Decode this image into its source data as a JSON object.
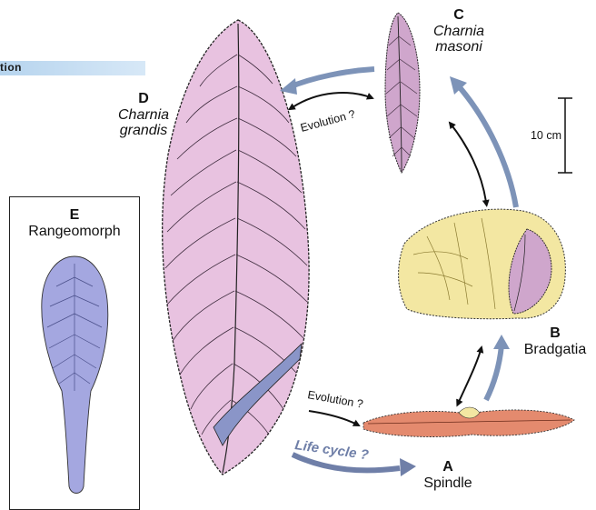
{
  "header_fragment": "tion",
  "organisms": {
    "A": {
      "letter": "A",
      "name": "Spindle"
    },
    "B": {
      "letter": "B",
      "name": "Bradgatia"
    },
    "C": {
      "letter": "C",
      "name_line1": "Charnia",
      "name_line2": "masoni"
    },
    "D": {
      "letter": "D",
      "name_line1": "Charnia",
      "name_line2": "grandis"
    },
    "E": {
      "letter": "E",
      "name": "Rangeomorph"
    }
  },
  "arrows": {
    "evolution_top": "Evolution ?",
    "evolution_bottom": "Evolution ?",
    "life_cycle": "Life cycle ?"
  },
  "scale_bar": {
    "label": "10 cm",
    "value_cm": 10
  },
  "colors": {
    "charnia_fill": "#e8c2e0",
    "charnia_masoni_fill": "#cfa6cc",
    "bradgatia_fill": "#f3e7a2",
    "spindle_fill": "#e48a6e",
    "rangeomorph_fill": "#a4a7e0",
    "evolution_arrow": "#7d93b8",
    "black_arrow": "#111111",
    "header_band": "#c4ddf2"
  }
}
